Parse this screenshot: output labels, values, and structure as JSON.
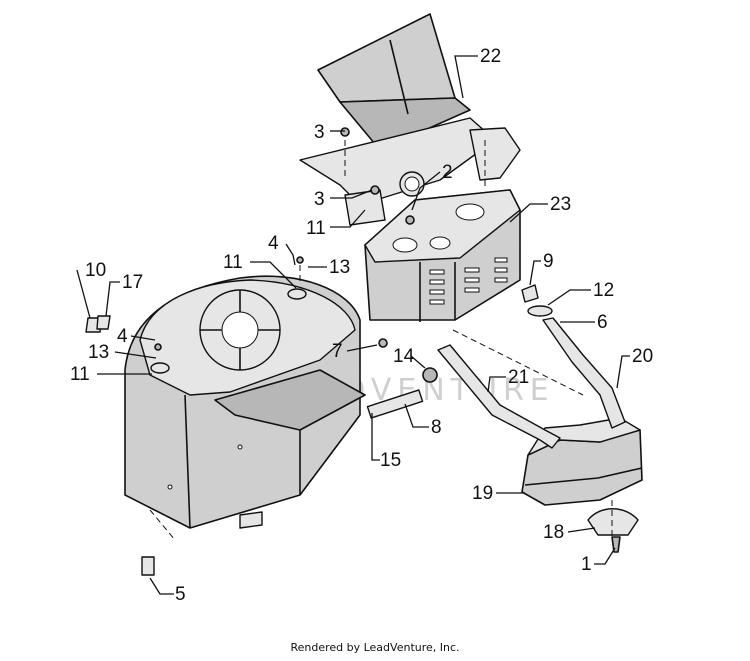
{
  "diagram": {
    "watermark": "LEADVENTURE",
    "callouts": [
      "22",
      "3",
      "2",
      "3",
      "11",
      "23",
      "4",
      "13",
      "11",
      "10",
      "17",
      "4",
      "13",
      "11",
      "9",
      "12",
      "6",
      "7",
      "14",
      "21",
      "20",
      "8",
      "15",
      "19",
      "18",
      "1",
      "5"
    ]
  },
  "footer": {
    "text": "Rendered by LeadVenture, Inc."
  }
}
